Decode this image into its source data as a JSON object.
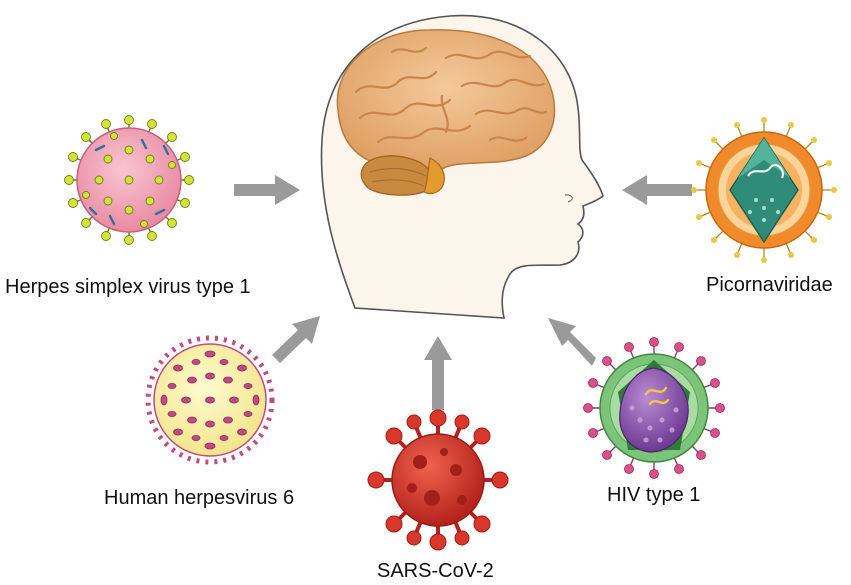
{
  "center": {
    "subject": "human-head-with-brain"
  },
  "viruses": [
    {
      "id": "hsv1",
      "label": "Herpes simplex virus type 1",
      "icon": "herpes-simplex-virus-icon"
    },
    {
      "id": "picorna",
      "label": "Picornaviridae",
      "icon": "picornaviridae-icon"
    },
    {
      "id": "hhv6",
      "label": "Human herpesvirus 6",
      "icon": "human-herpesvirus-6-icon"
    },
    {
      "id": "sars",
      "label": "SARS-CoV-2",
      "icon": "sars-cov-2-icon"
    },
    {
      "id": "hiv",
      "label": "HIV type 1",
      "icon": "hiv-type-1-icon"
    }
  ],
  "colors": {
    "arrow": "#9a9a9a",
    "head_fill": "#fbf5ec",
    "head_outline": "#555555",
    "brain": "#e8b27a",
    "cerebellum": "#c98a3f",
    "hsv1_body": "#f1a2b5",
    "hsv1_spike": "#d4e33a",
    "hhv6_body": "#fbf2a8",
    "hhv6_spike": "#c24a84",
    "sars_body": "#d9372b",
    "hiv_shell": "#7bc47a",
    "hiv_core": "#8f5bb0",
    "picorna_outer": "#f08a2a",
    "picorna_core": "#2f8c78"
  }
}
